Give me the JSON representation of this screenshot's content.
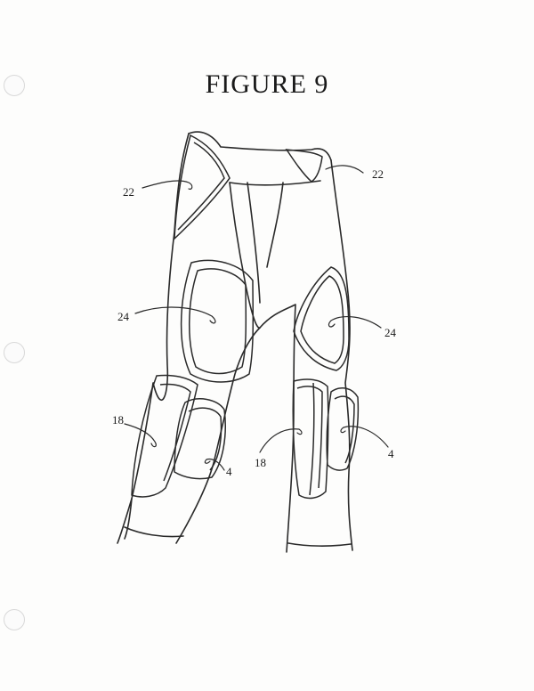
{
  "title": "FIGURE 9",
  "labels": {
    "waist_left": "22",
    "waist_right": "22",
    "thigh_left": "24",
    "thigh_right": "24",
    "knee_outer_left": "18",
    "knee_outer_right": "18",
    "knee_inner_left": "4",
    "knee_inner_right": "4"
  }
}
